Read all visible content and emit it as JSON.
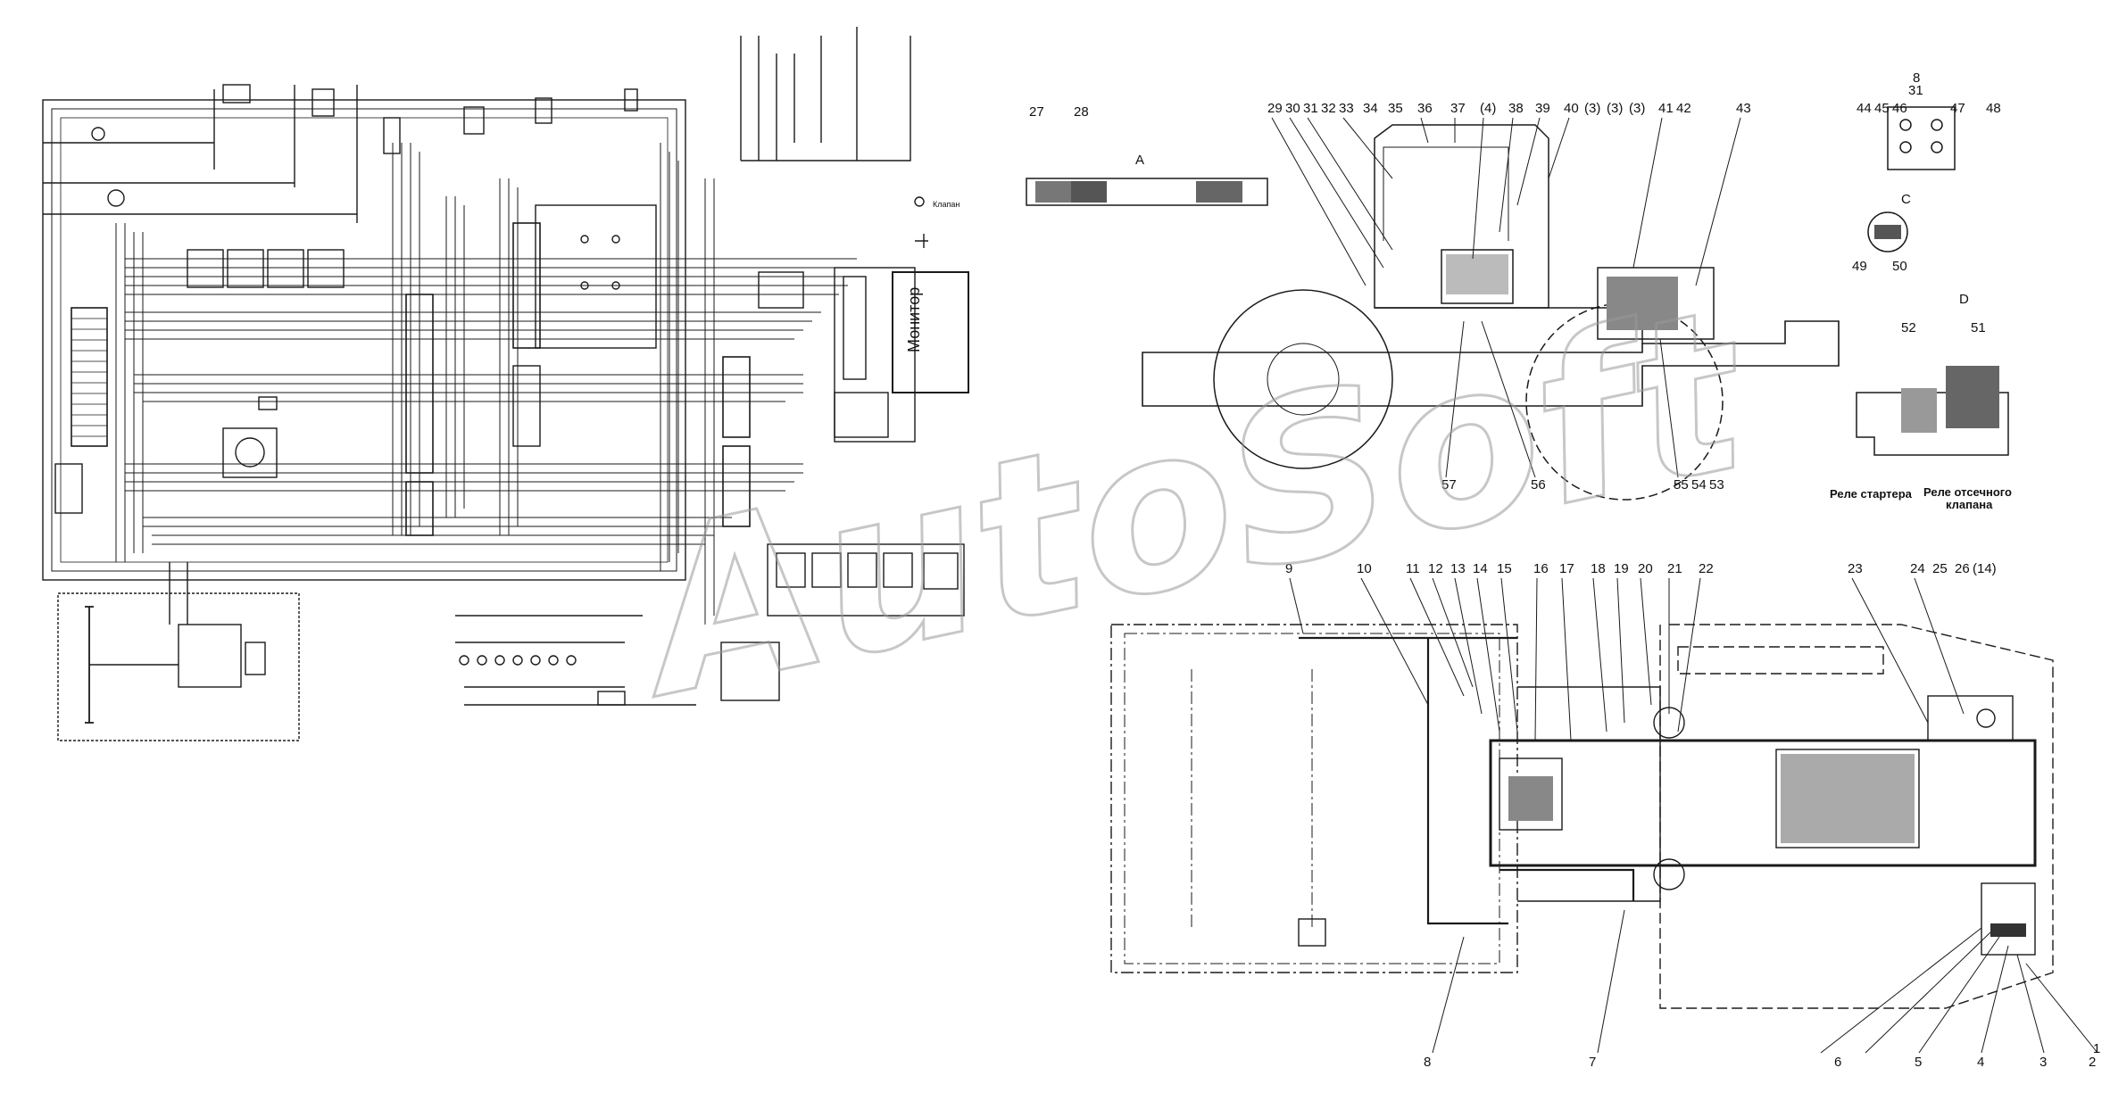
{
  "watermark": "AutoSoft",
  "schematic": {
    "monitor_label": "Монитор",
    "valve_label": "Клапан"
  },
  "side_view": {
    "callouts_top": [
      "27",
      "28",
      "29",
      "30",
      "31",
      "32",
      "33",
      "34",
      "35",
      "36",
      "37",
      "(4)",
      "38",
      "39",
      "40",
      "(3)",
      "(3)",
      "(3)",
      "41",
      "42",
      "43"
    ],
    "callouts_bottom": [
      "57",
      "56",
      "55",
      "54",
      "53"
    ],
    "view_letter": "A",
    "front_callouts": [
      "8",
      "31",
      "44",
      "45",
      "46",
      "47",
      "48"
    ],
    "detail_c": {
      "letter": "C",
      "callouts": [
        "49",
        "50"
      ]
    },
    "detail_d": {
      "letter": "D",
      "callouts": [
        "52",
        "51"
      ]
    },
    "starter_relay": "Реле стартера",
    "cutoff_relay_line1": "Реле отсечного",
    "cutoff_relay_line2": "клапана"
  },
  "plan_view": {
    "callouts_top": [
      "9",
      "10",
      "11",
      "12",
      "13",
      "14",
      "15",
      "16",
      "17",
      "18",
      "19",
      "20",
      "21",
      "22",
      "23",
      "24",
      "25",
      "26",
      "(14)"
    ],
    "callouts_bottom": [
      "8",
      "7",
      "6",
      "5",
      "4",
      "3",
      "2",
      "1"
    ]
  }
}
